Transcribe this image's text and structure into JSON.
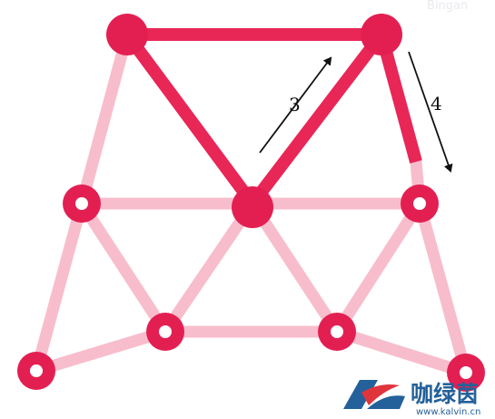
{
  "puzzle": {
    "step_labels": [
      "3",
      "4"
    ]
  },
  "watermark": {
    "cn_text": "咖绿茵",
    "url": "www.kalvin.cn",
    "top_right": "Bingan"
  },
  "colors": {
    "faint_edge": "#f8bdcc",
    "drawn_edge": "#e82757",
    "node": "#e31f52",
    "node_hole": "#ffffff",
    "arrow": "#111111",
    "logo_blue": "#24619a",
    "logo_red": "#e0343d"
  }
}
